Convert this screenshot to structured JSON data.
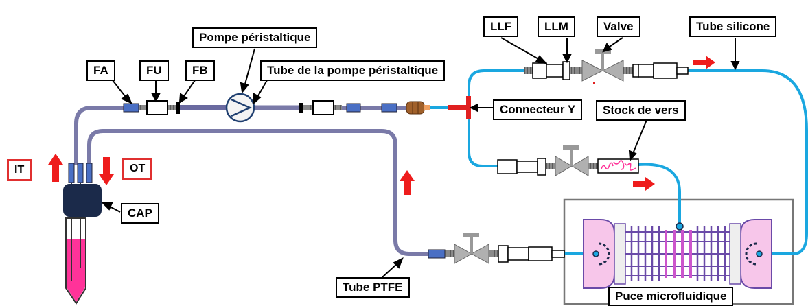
{
  "labels": {
    "fa": "FA",
    "fu": "FU",
    "fb": "FB",
    "pompe": "Pompe péristaltique",
    "tube_pompe": "Tube de la pompe péristaltique",
    "llf": "LLF",
    "llm": "LLM",
    "valve": "Valve",
    "tube_silicone": "Tube silicone",
    "connecteur_y": "Connecteur Y",
    "stock_vers": "Stock de vers",
    "it": "IT",
    "ot": "OT",
    "cap": "CAP",
    "tube_ptfe": "Tube PTFE",
    "puce": "Puce microfluidique"
  },
  "colors": {
    "ptfe_tube": "#7a7aa8",
    "silicone_tube": "#1aa7e0",
    "flow_arrow": "#ee1c1c",
    "label_red": "#e03030",
    "cap": "#1b2a4a",
    "liquid": "#ff3399",
    "chip_pink": "#cc55cc",
    "chip_purple": "#6a4aa8",
    "valve_gray": "#b0b0b0",
    "connector_blue": "#4a6fc4",
    "brown_connector": "#a0602a",
    "connector_red": "#e02020"
  }
}
